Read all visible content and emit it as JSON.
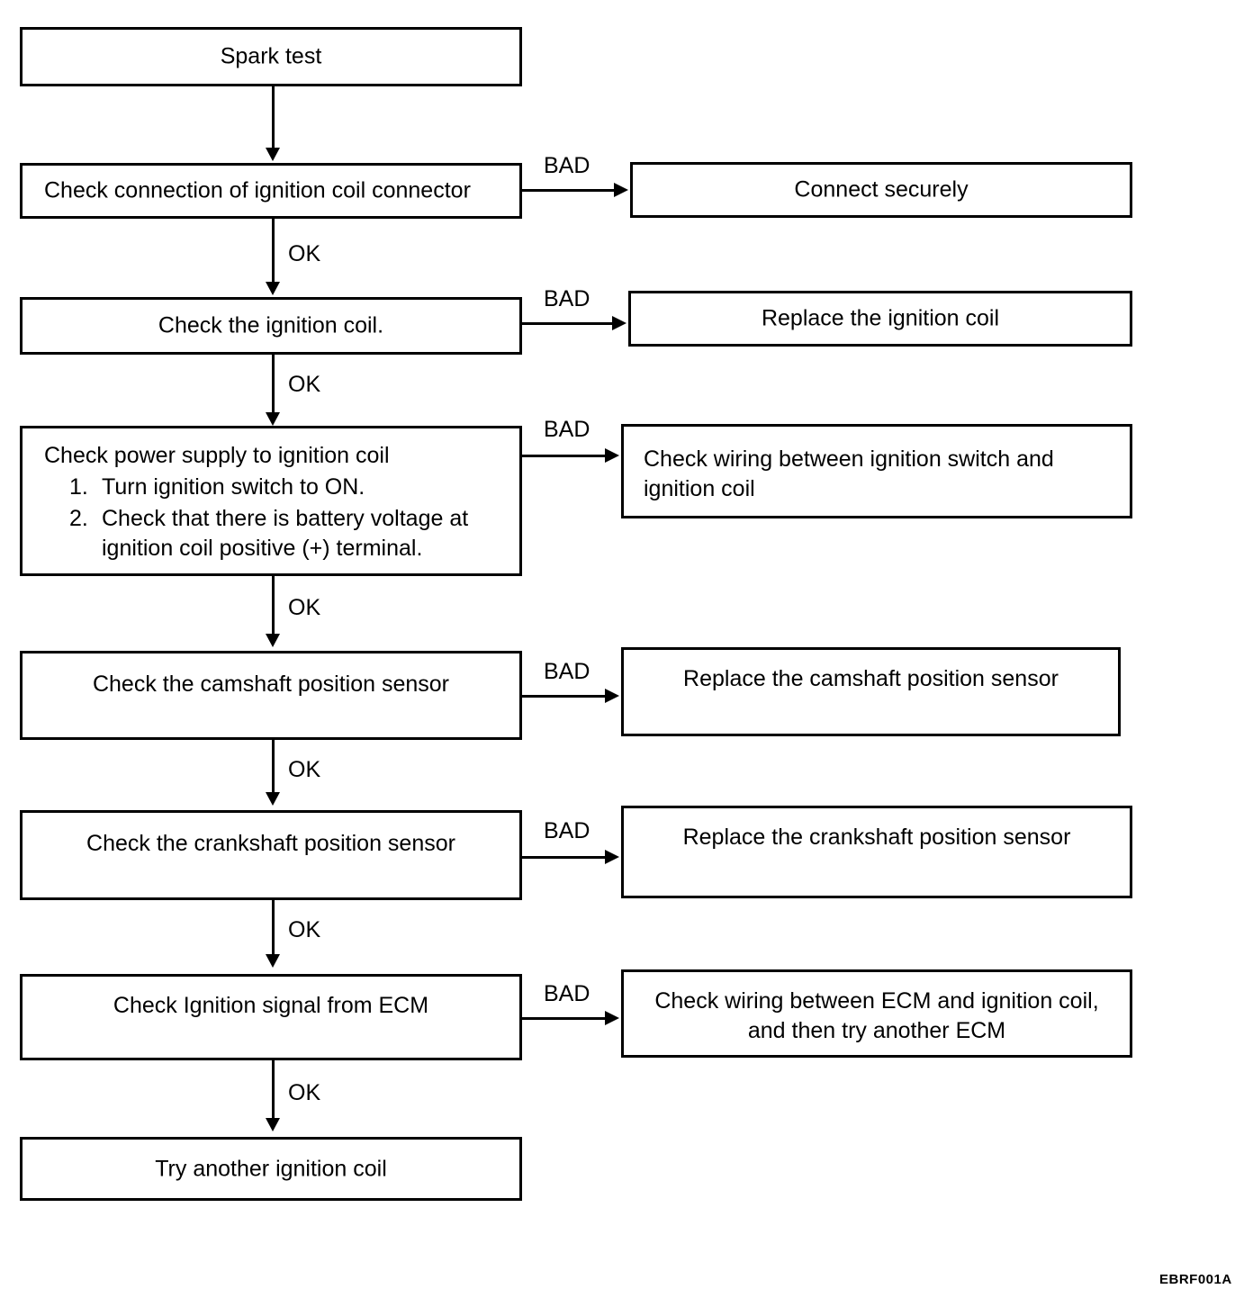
{
  "figure": {
    "code": "EBRF001A",
    "type": "troubleshooting-flowchart"
  },
  "chart_data": {
    "type": "diagram",
    "title": "Spark test troubleshooting flowchart",
    "nodes": [
      {
        "id": "n1",
        "label": "Spark test"
      },
      {
        "id": "n2",
        "label": "Check connection of ignition coil connector"
      },
      {
        "id": "n3",
        "label": "Check the ignition coil."
      },
      {
        "id": "n4",
        "label": "Check power supply to ignition coil"
      },
      {
        "id": "n5",
        "label": "Check the camshaft position sensor"
      },
      {
        "id": "n6",
        "label": "Check the crankshaft position sensor"
      },
      {
        "id": "n7",
        "label": "Check Ignition signal from ECM"
      },
      {
        "id": "n8",
        "label": "Try another ignition coil"
      },
      {
        "id": "r1",
        "label": "Connect securely"
      },
      {
        "id": "r2",
        "label": "Replace the ignition coil"
      },
      {
        "id": "r3",
        "label": "Check wiring between ignition switch and ignition coil"
      },
      {
        "id": "r4",
        "label": "Replace the camshaft position sensor"
      },
      {
        "id": "r5",
        "label": "Replace the crankshaft position sensor"
      },
      {
        "id": "r6",
        "label": "Check wiring between ECM and ignition coil, and then try another ECM"
      }
    ],
    "edges": [
      {
        "from": "n1",
        "to": "n2",
        "label": ""
      },
      {
        "from": "n2",
        "to": "r1",
        "label": "BAD"
      },
      {
        "from": "n2",
        "to": "n3",
        "label": "OK"
      },
      {
        "from": "n3",
        "to": "r2",
        "label": "BAD"
      },
      {
        "from": "n3",
        "to": "n4",
        "label": "OK"
      },
      {
        "from": "n4",
        "to": "r3",
        "label": "BAD"
      },
      {
        "from": "n4",
        "to": "n5",
        "label": "OK"
      },
      {
        "from": "n5",
        "to": "r4",
        "label": "BAD"
      },
      {
        "from": "n5",
        "to": "n6",
        "label": "OK"
      },
      {
        "from": "n6",
        "to": "r5",
        "label": "BAD"
      },
      {
        "from": "n6",
        "to": "n7",
        "label": "OK"
      },
      {
        "from": "n7",
        "to": "r6",
        "label": "BAD"
      },
      {
        "from": "n7",
        "to": "n8",
        "label": "OK"
      }
    ]
  },
  "nodes": {
    "spark_test": "Spark test",
    "check_connection": "Check connection of ignition coil connector",
    "check_coil": "Check the ignition coil.",
    "check_power_heading": "Check power supply to ignition coil",
    "check_power_step1_num": "1.",
    "check_power_step1": "Turn ignition switch to ON.",
    "check_power_step2_num": "2.",
    "check_power_step2_line1": "Check that there is battery voltage at",
    "check_power_step2_line2": "ignition coil positive (+) terminal.",
    "check_camshaft": "Check the camshaft position sensor",
    "check_crankshaft": "Check the crankshaft position sensor",
    "check_ignition_signal": "Check Ignition signal from ECM",
    "try_another_coil": "Try another ignition coil"
  },
  "results": {
    "connect_securely": "Connect securely",
    "replace_coil": "Replace the ignition coil",
    "check_wiring_switch_line1": "Check wiring between ignition switch and",
    "check_wiring_switch_line2": "ignition coil",
    "replace_camshaft": "Replace the camshaft position sensor",
    "replace_crankshaft": "Replace the crankshaft position sensor",
    "check_wiring_ecm_line1": "Check wiring between ECM and ignition coil,",
    "check_wiring_ecm_line2": "and then try another ECM"
  },
  "labels": {
    "bad_1": "BAD",
    "bad_2": "BAD",
    "bad_3": "BAD",
    "bad_4": "BAD",
    "bad_5": "BAD",
    "bad_6": "BAD",
    "ok_1": "OK",
    "ok_2": "OK",
    "ok_3": "OK",
    "ok_4": "OK",
    "ok_5": "OK",
    "ok_6": "OK"
  }
}
